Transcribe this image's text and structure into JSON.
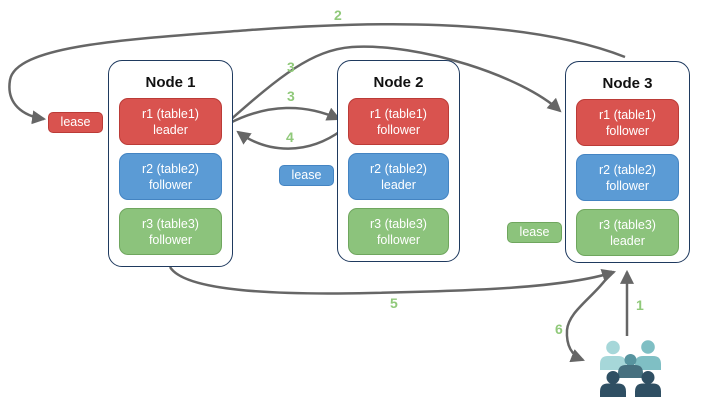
{
  "diagram": {
    "nodes": [
      {
        "title": "Node 1",
        "replicas": [
          {
            "name": "r1 (table1)",
            "role": "leader",
            "color": "#d9534f"
          },
          {
            "name": "r2 (table2)",
            "role": "follower",
            "color": "#5b9bd5"
          },
          {
            "name": "r3 (table3)",
            "role": "follower",
            "color": "#8cc37c"
          }
        ]
      },
      {
        "title": "Node 2",
        "replicas": [
          {
            "name": "r1 (table1)",
            "role": "follower",
            "color": "#d9534f"
          },
          {
            "name": "r2 (table2)",
            "role": "leader",
            "color": "#5b9bd5"
          },
          {
            "name": "r3 (table3)",
            "role": "follower",
            "color": "#8cc37c"
          }
        ]
      },
      {
        "title": "Node 3",
        "replicas": [
          {
            "name": "r1 (table1)",
            "role": "follower",
            "color": "#d9534f"
          },
          {
            "name": "r2 (table2)",
            "role": "follower",
            "color": "#5b9bd5"
          },
          {
            "name": "r3 (table3)",
            "role": "leader",
            "color": "#8cc37c"
          }
        ]
      }
    ],
    "leases": [
      {
        "label": "lease",
        "for": "r1 (table1)",
        "color": "#d9534f"
      },
      {
        "label": "lease",
        "for": "r2 (table2)",
        "color": "#5b9bd5"
      },
      {
        "label": "lease",
        "for": "r3 (table3)",
        "color": "#8cc37c"
      }
    ],
    "step_labels": {
      "s1": "1",
      "s2": "2",
      "s3a": "3",
      "s3b": "3",
      "s4": "4",
      "s5": "5",
      "s6": "6"
    },
    "icons": {
      "users": "users-group-icon"
    },
    "colors": {
      "arrow": "#666666",
      "step_label": "#90c97a",
      "node_border": "#1f3a5f",
      "replica_red": "#d9534f",
      "replica_blue": "#5b9bd5",
      "replica_green": "#8cc37c",
      "users_light_teal": "#a6d7d9",
      "users_mid_teal": "#7fbfc4",
      "users_teal": "#57949f",
      "users_dark_slate": "#2f4f63"
    }
  }
}
